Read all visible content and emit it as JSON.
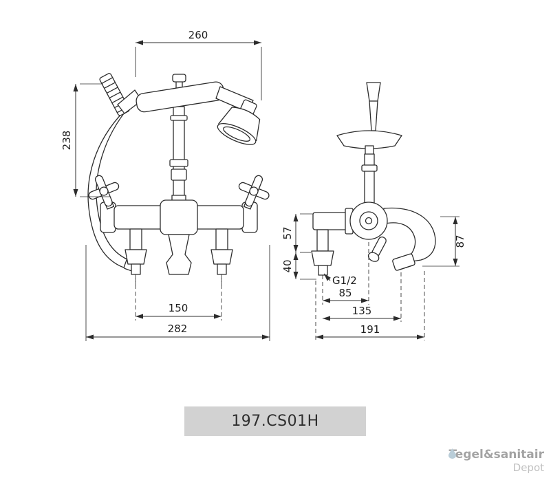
{
  "document": {
    "type": "faucet-technical-drawing"
  },
  "label": {
    "product_code": "197.CS01H"
  },
  "watermark": {
    "brand": "Tegel&sanitair",
    "sub": "Depot"
  },
  "colors": {
    "line": "#2c2c2c",
    "code_box_bg": "#d2d2d2",
    "watermark_gray": "#a3a3a3",
    "background": "#ffffff"
  },
  "dimensions": {
    "front_view": {
      "top_width": "260",
      "side_height": "238",
      "outlet_spacing": "150",
      "overall_width": "282"
    },
    "side_view": {
      "inlet_height": "57",
      "shank_length": "40",
      "thread_size": "G1/2",
      "center_to_shank": "85",
      "center_to_outlet": "135",
      "overall_depth": "191",
      "spout_drop": "87"
    }
  }
}
